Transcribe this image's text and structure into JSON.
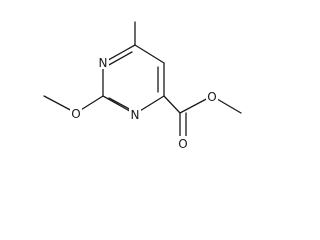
{
  "molecule": {
    "atoms": {
      "n_top": "N",
      "n_bottom": "N",
      "o_methoxy": "O",
      "o_ester": "O",
      "o_carbonyl": "O"
    }
  }
}
